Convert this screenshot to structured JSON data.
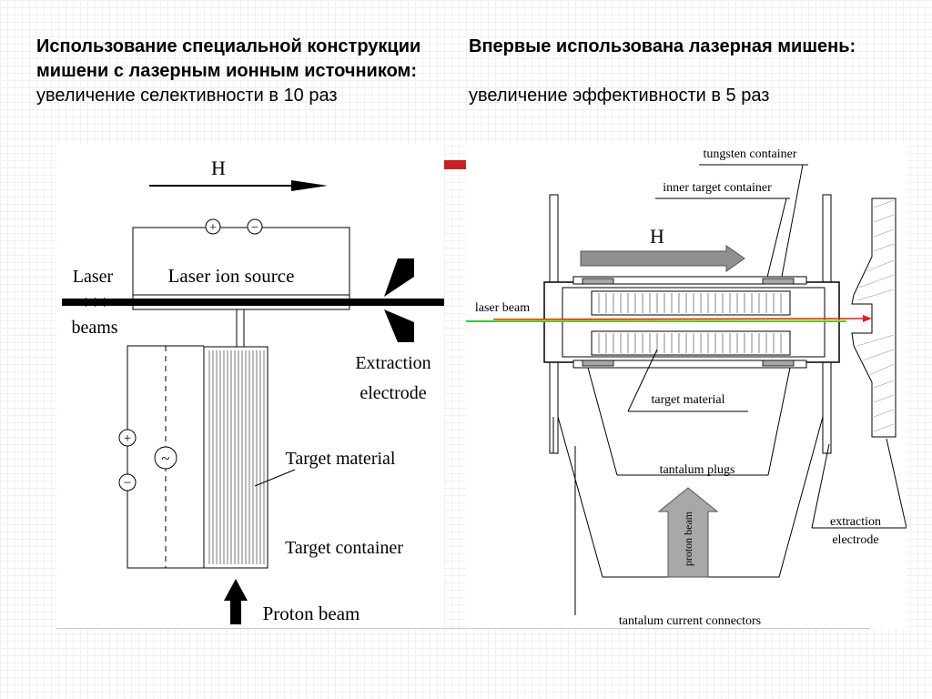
{
  "left": {
    "heading": "Использование специальной конструкции мишени с лазерным ионным источником:",
    "subheading": "увеличение селективности в 10 раз",
    "diagram": {
      "field_label": "H",
      "source_label": "Laser ion source",
      "beams_label_1": "Laser",
      "beams_label_2": "beams",
      "extraction_label_1": "Extraction",
      "extraction_label_2": "electrode",
      "target_material": "Target material",
      "target_container": "Target container",
      "proton_beam": "Proton beam",
      "plus": "+",
      "minus": "−",
      "ac": "~"
    }
  },
  "right": {
    "heading": "Впервые использована лазерная мишень:",
    "subheading": "увеличение эффективности в 5 раз",
    "diagram": {
      "tungsten_container": "tungsten container",
      "inner_target_container": "inner target container",
      "field_label": "H",
      "laser_beam": "laser beam",
      "target_material": "target material",
      "tantalum_plugs": "tantalum plugs",
      "proton_beam": "proton beam",
      "extraction_1": "extraction",
      "extraction_2": "electrode",
      "tantalum_connectors": "tantalum current connectors"
    }
  },
  "colors": {
    "accent_red": "#cc1f1f",
    "beam_green": "#33cc33",
    "beam_red": "#e02020",
    "beam_yellow": "#e8d800",
    "arrow_gray": "#909090"
  }
}
